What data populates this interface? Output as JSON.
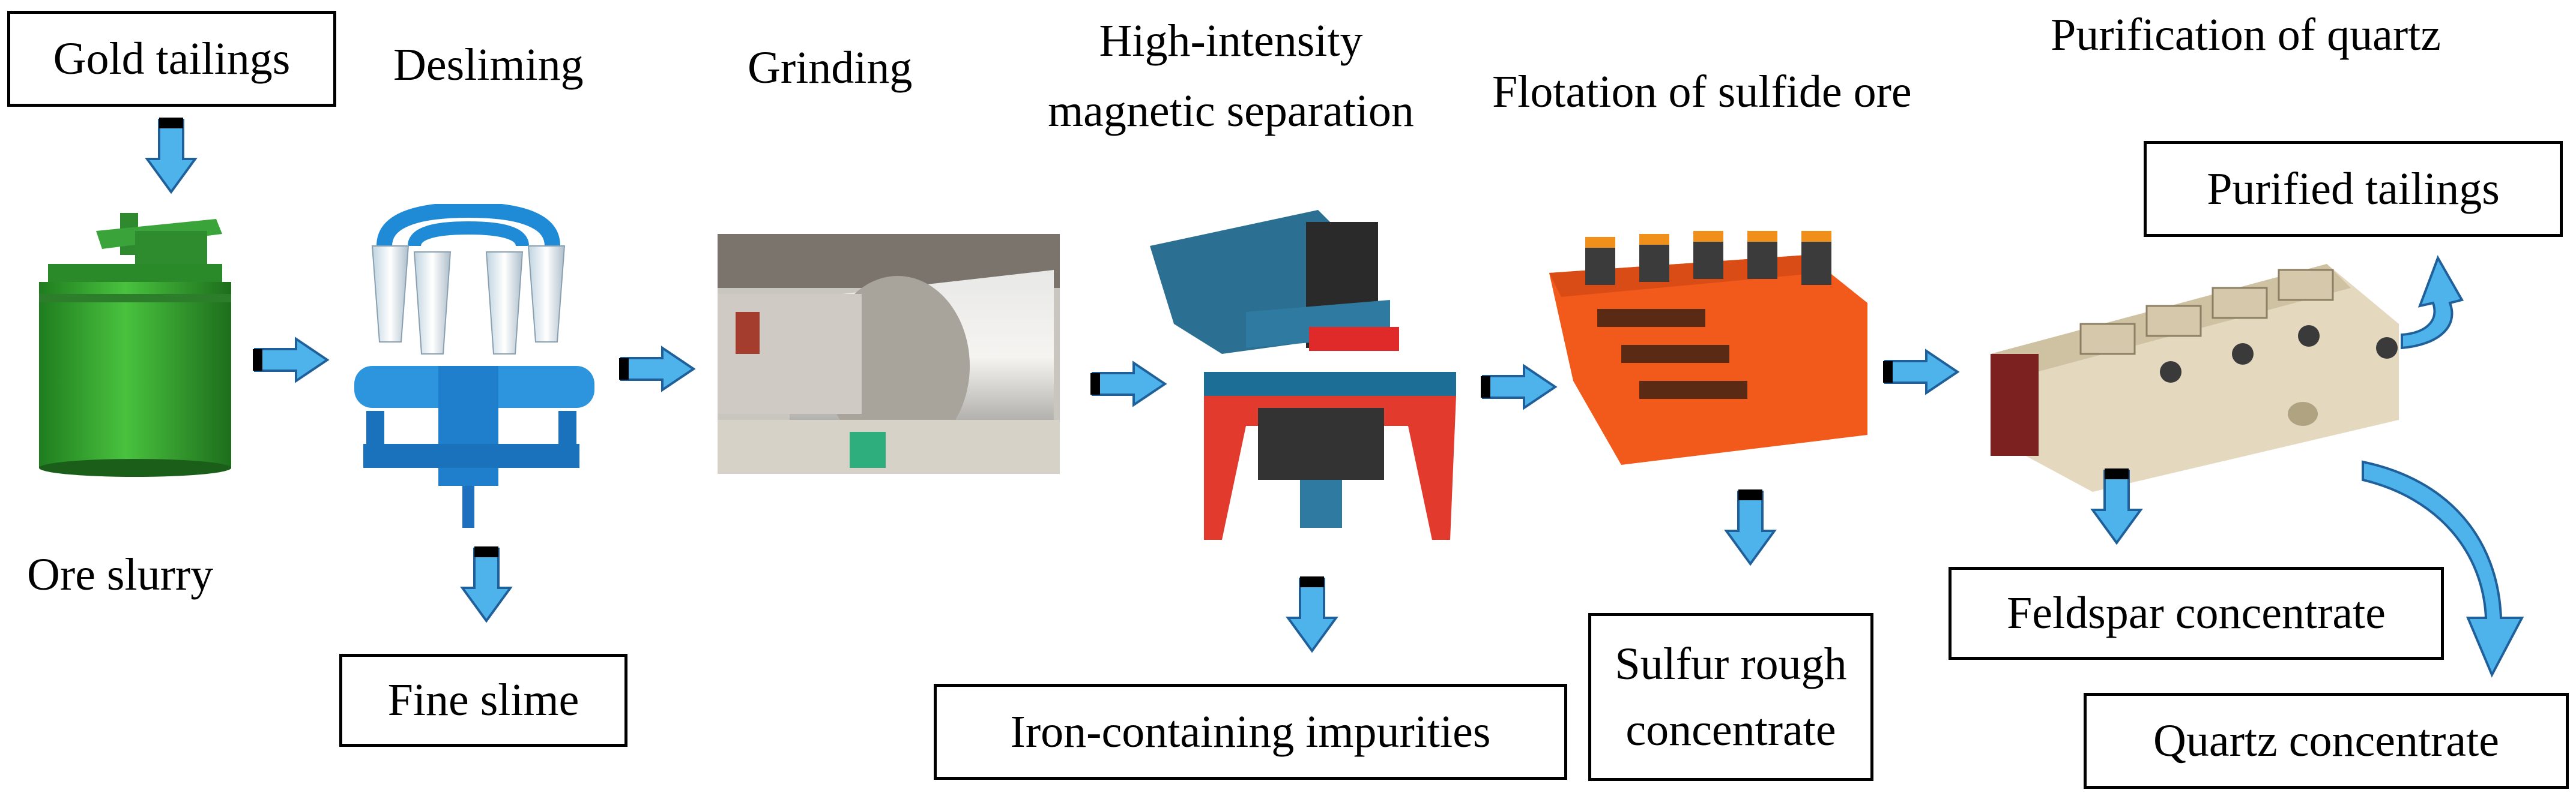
{
  "colors": {
    "arrow": "#4db3ea",
    "arrow_stroke": "#1f5f9a",
    "arrow_tail": "#000000"
  },
  "labels": {
    "gold_tailings": "Gold tailings",
    "desliming": "Desliming",
    "grinding": "Grinding",
    "magnetic_line1": "High-intensity",
    "magnetic_line2": "magnetic separation",
    "flotation": "Flotation of sulfide ore",
    "purification": "Purification of quartz",
    "ore_slurry": "Ore slurry",
    "fine_slime": "Fine slime",
    "iron_impurities": "Iron-containing impurities",
    "sulfur_line1": "Sulfur rough",
    "sulfur_line2": "concentrate",
    "feldspar": "Feldspar concentrate",
    "purified_tailings": "Purified tailings",
    "quartz_concentrate": "Quartz concentrate"
  },
  "machines": [
    "agitation-tank-image",
    "hydrocyclone-image",
    "ball-mill-image",
    "magnetic-separator-image",
    "flotation-machine-image",
    "quartz-flotation-machine-image"
  ]
}
